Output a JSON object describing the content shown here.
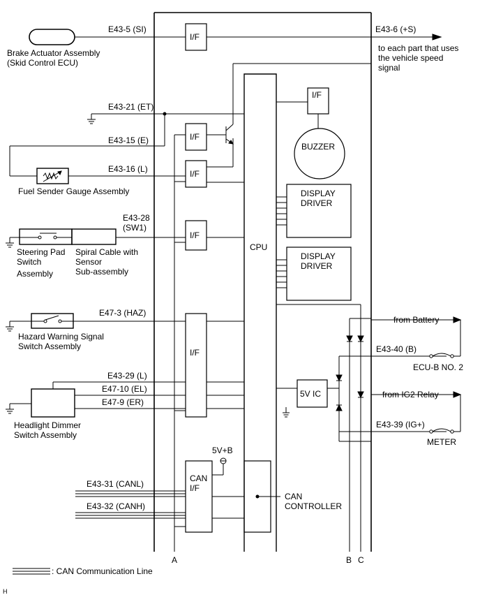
{
  "left_components": {
    "brake_actuator": [
      "Brake Actuator Assembly",
      "(Skid Control ECU)"
    ],
    "fuel_sender": "Fuel Sender Gauge Assembly",
    "steering_pad": [
      "Steering Pad",
      "Switch",
      "Assembly"
    ],
    "spiral_cable": [
      "Spiral Cable with",
      "Sensor",
      "Sub-assembly"
    ],
    "hazard_switch": [
      "Hazard Warning Signal",
      "Switch Assembly"
    ],
    "headlight_dimmer": [
      "Headlight Dimmer",
      "Switch Assembly"
    ]
  },
  "left_terminals": {
    "si": "E43-5 (SI)",
    "et": "E43-21 (ET)",
    "e": "E43-15 (E)",
    "l16": "E43-16 (L)",
    "sw1_a": "E43-28",
    "sw1_b": "(SW1)",
    "haz": "E47-3 (HAZ)",
    "l29": "E43-29 (L)",
    "el": "E47-10 (EL)",
    "er": "E47-9 (ER)",
    "canl": "E43-31 (CANL)",
    "canh": "E43-32 (CANH)"
  },
  "right_terminals": {
    "s": "E43-6 (+S)",
    "s_note": [
      "to each part that uses",
      "the vehicle speed",
      "signal"
    ],
    "from_battery": "from Battery",
    "b": "E43-40 (B)",
    "ecu_b": "ECU-B NO. 2",
    "from_ig2": "from IG2 Relay",
    "ig": "E43-39 (IG+)",
    "meter": "METER"
  },
  "internal": {
    "if": "I/F",
    "cpu": "CPU",
    "buzzer": "BUZZER",
    "display_driver": [
      "DISPLAY",
      "DRIVER"
    ],
    "ic5v": "5V IC",
    "can_if": [
      "CAN",
      "I/F"
    ],
    "can_controller": [
      "CAN",
      "CONTROLLER"
    ],
    "v5b": "5V+B"
  },
  "bus_labels": {
    "a": "A",
    "b": "B",
    "c": "C"
  },
  "legend": ": CAN Communication Line",
  "corner_mark": "H"
}
